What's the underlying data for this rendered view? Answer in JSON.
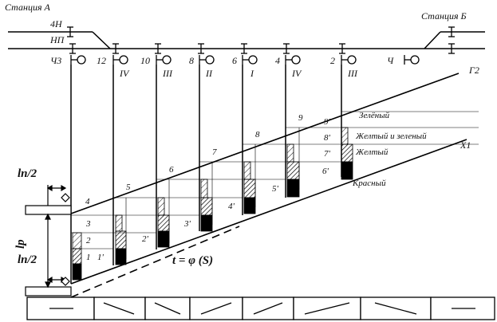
{
  "stations": {
    "a": "Станция А",
    "b": "Станция Б"
  },
  "tracks": {
    "track_4n": "4Н",
    "track_nn": "НП"
  },
  "signals": [
    {
      "track": "Ч3",
      "aspect": ""
    },
    {
      "track": "12",
      "aspect": "IV"
    },
    {
      "track": "10",
      "aspect": "III"
    },
    {
      "track": "8",
      "aspect": "II"
    },
    {
      "track": "6",
      "aspect": "I"
    },
    {
      "track": "4",
      "aspect": "IV"
    },
    {
      "track": "2",
      "aspect": "III"
    },
    {
      "track": "Ч",
      "aspect": ""
    }
  ],
  "upper_line": "Г2",
  "lower_line": "Х1",
  "upper_numbers": [
    "4",
    "5",
    "6",
    "7",
    "8",
    "9"
  ],
  "block_labels": [
    "1",
    "2",
    "3",
    "1'",
    "2'",
    "3'",
    "4'",
    "5'",
    "6'",
    "7'",
    "8'",
    "9'"
  ],
  "legend": {
    "green": "Зелёный",
    "yellow_green": "Желтый и зеленый",
    "yellow": "Желтый",
    "red": "Красный"
  },
  "formula": "t = φ (S)",
  "dims": {
    "ln_half_top": "lп/2",
    "lp": "lр",
    "ln_half_bottom": "lп/2"
  },
  "colors": {
    "line": "#000000",
    "fill_red": "#000000"
  }
}
